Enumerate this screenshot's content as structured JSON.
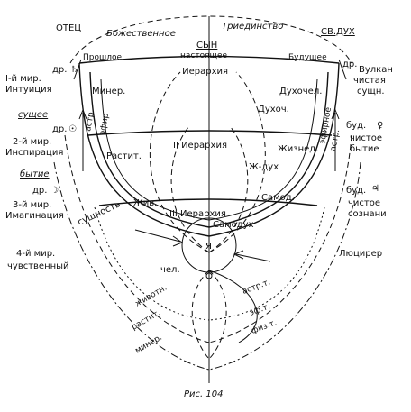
{
  "top": {
    "father": "ОТЕЦ",
    "divine": "Божественное",
    "trinity": "Триединство",
    "spirit": "СВ.ДУХ",
    "son": "СЫН",
    "present": "настоящее",
    "past": "Прошлое",
    "future": "Будущее"
  },
  "left": {
    "dr_sat": "др.",
    "sat_sym": "♄",
    "world1": "I-й мир.",
    "intuition": "Интуиция",
    "suschee": "сущее",
    "dr_sun": "др.",
    "sun_sym": "☉",
    "world2": "2-й мир.",
    "inspiration": "Инспирация",
    "bytie": "бытие",
    "dr_moon": "др.",
    "moon_sym": "☽",
    "world3": "3-й мир.",
    "imagination": "Имагинация",
    "world4": "4-й мир.",
    "sensual": "чувственный"
  },
  "right": {
    "dr_vulcan": "др.",
    "vulcan": "Вулкан",
    "pure_ess": "чистая",
    "pure_ess2": "сущн.",
    "bud_venus": "буд.",
    "venus_sym": "♀",
    "pure_being": "чистое",
    "pure_being2": "бытие",
    "bud_jup": "буд.",
    "jup_sym": "♃",
    "pure_cons": "чистое",
    "pure_cons2": "сознани",
    "lucifer": "Люцирер"
  },
  "hier": {
    "h1": "I Иерархия",
    "h2": "II Иерархия",
    "h3": "III Иерархия",
    "miner": "Минер.",
    "dukhochel": "Духочел.",
    "dukhoch": "Духоч.",
    "rastit": "Растит.",
    "zhiznedukh": "Жизнед.",
    "zhizn_dukh": "Ж-дух",
    "ziv": "Жив.",
    "samod": "Самод.",
    "samodukh": "Самодух",
    "astral_l": "астр.",
    "efir_l": "эфир",
    "astral_r": "астр.",
    "efir_r": "эфирное",
    "suschnost": "сущность"
  },
  "center": {
    "ya": "Я",
    "chel": "чел.",
    "zhivotn": "животн.",
    "rastit": "растит.",
    "miner": "минер.",
    "astr_t": "астр.т.",
    "ef_t": "эф.т.",
    "fiz_t": "физ.т."
  },
  "caption": "Рис. 104"
}
